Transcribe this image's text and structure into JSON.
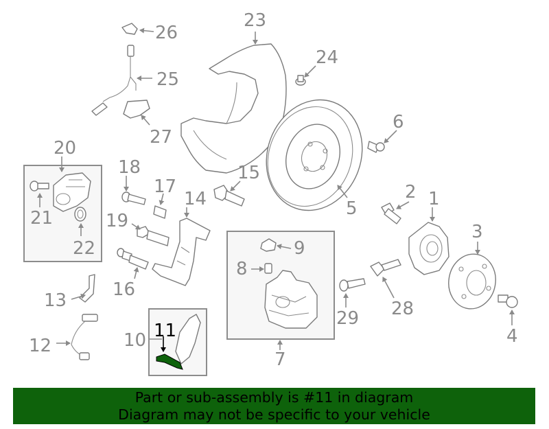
{
  "diagram": {
    "labels": {
      "p1": "1",
      "p2": "2",
      "p3": "3",
      "p4": "4",
      "p5": "5",
      "p6": "6",
      "p7": "7",
      "p8": "8",
      "p9": "9",
      "p10": "10",
      "p11": "11",
      "p12": "12",
      "p13": "13",
      "p14": "14",
      "p15": "15",
      "p16": "16",
      "p17": "17",
      "p18": "18",
      "p19": "19",
      "p20": "20",
      "p21": "21",
      "p22": "22",
      "p23": "23",
      "p24": "24",
      "p25": "25",
      "p26": "26",
      "p27": "27",
      "p28": "28",
      "p29": "29"
    },
    "highlight_part": "11",
    "highlight_color": "#0e620b",
    "line_color": "#8a8a8a"
  },
  "banner": {
    "line1": "Part or sub-assembly is #11 in diagram",
    "line2": "Diagram may not be specific to your vehicle",
    "color": "#0e620b"
  }
}
